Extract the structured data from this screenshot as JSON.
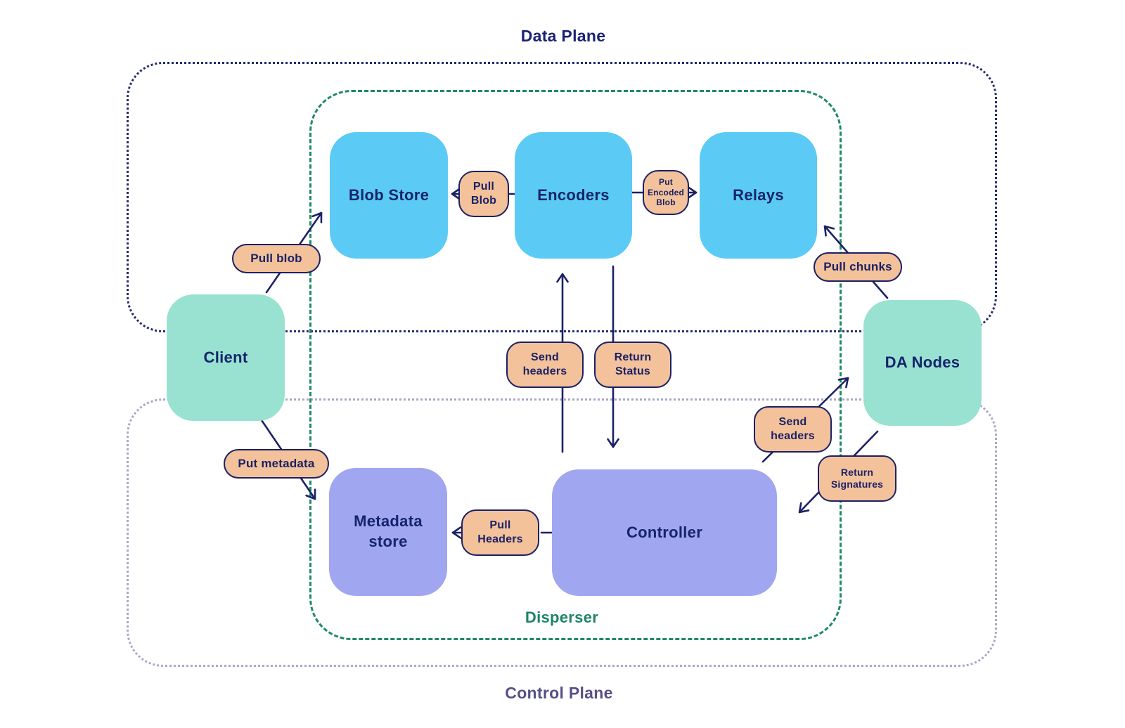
{
  "planes": {
    "data_plane": {
      "label": "Data Plane"
    },
    "control_plane": {
      "label": "Control Plane"
    },
    "disperser": {
      "label": "Disperser"
    }
  },
  "nodes": {
    "blob_store": {
      "label": "Blob Store"
    },
    "encoders": {
      "label": "Encoders"
    },
    "relays": {
      "label": "Relays"
    },
    "client": {
      "label": "Client"
    },
    "da_nodes": {
      "label": "DA Nodes"
    },
    "metadata_store": {
      "label": "Metadata store",
      "lines": [
        "Metadata",
        "store"
      ]
    },
    "controller": {
      "label": "Controller"
    }
  },
  "edges": {
    "pill_pull_blob_small": {
      "label": "Pull Blob",
      "lines": [
        "Pull",
        "Blob"
      ]
    },
    "pill_put_encoded_blob": {
      "label": "Put Encoded Blob",
      "lines": [
        "Put",
        "Encoded",
        "Blob"
      ]
    },
    "pill_pull_blob": {
      "label": "Pull blob"
    },
    "pill_pull_chunks": {
      "label": "Pull chunks"
    },
    "pill_send_headers_center": {
      "label": "Send headers",
      "lines": [
        "Send",
        "headers"
      ]
    },
    "pill_return_status": {
      "label": "Return Status",
      "lines": [
        "Return",
        "Status"
      ]
    },
    "pill_send_headers_right": {
      "label": "Send headers",
      "lines": [
        "Send",
        "headers"
      ]
    },
    "pill_return_signatures": {
      "label": "Return Signatures",
      "lines": [
        "Return",
        "Signatures"
      ]
    },
    "pill_put_metadata": {
      "label": "Put metadata"
    },
    "pill_pull_headers": {
      "label": "Pull Headers",
      "lines": [
        "Pull",
        "Headers"
      ]
    }
  },
  "colors": {
    "node_blue": "#5BCBF5",
    "node_mint": "#99E2D1",
    "node_purple": "#A0A6F0",
    "pill_fill": "#F3C29B",
    "outline_navy": "#1B2166",
    "node_text_navy": "#15246B",
    "data_plane_border": "#242A70",
    "data_plane_text": "#1C2272",
    "control_plane_border": "#ABA6C9",
    "control_plane_text": "#565087",
    "disperser_green": "#1F8A66",
    "disperser_text": "#1C8566"
  }
}
